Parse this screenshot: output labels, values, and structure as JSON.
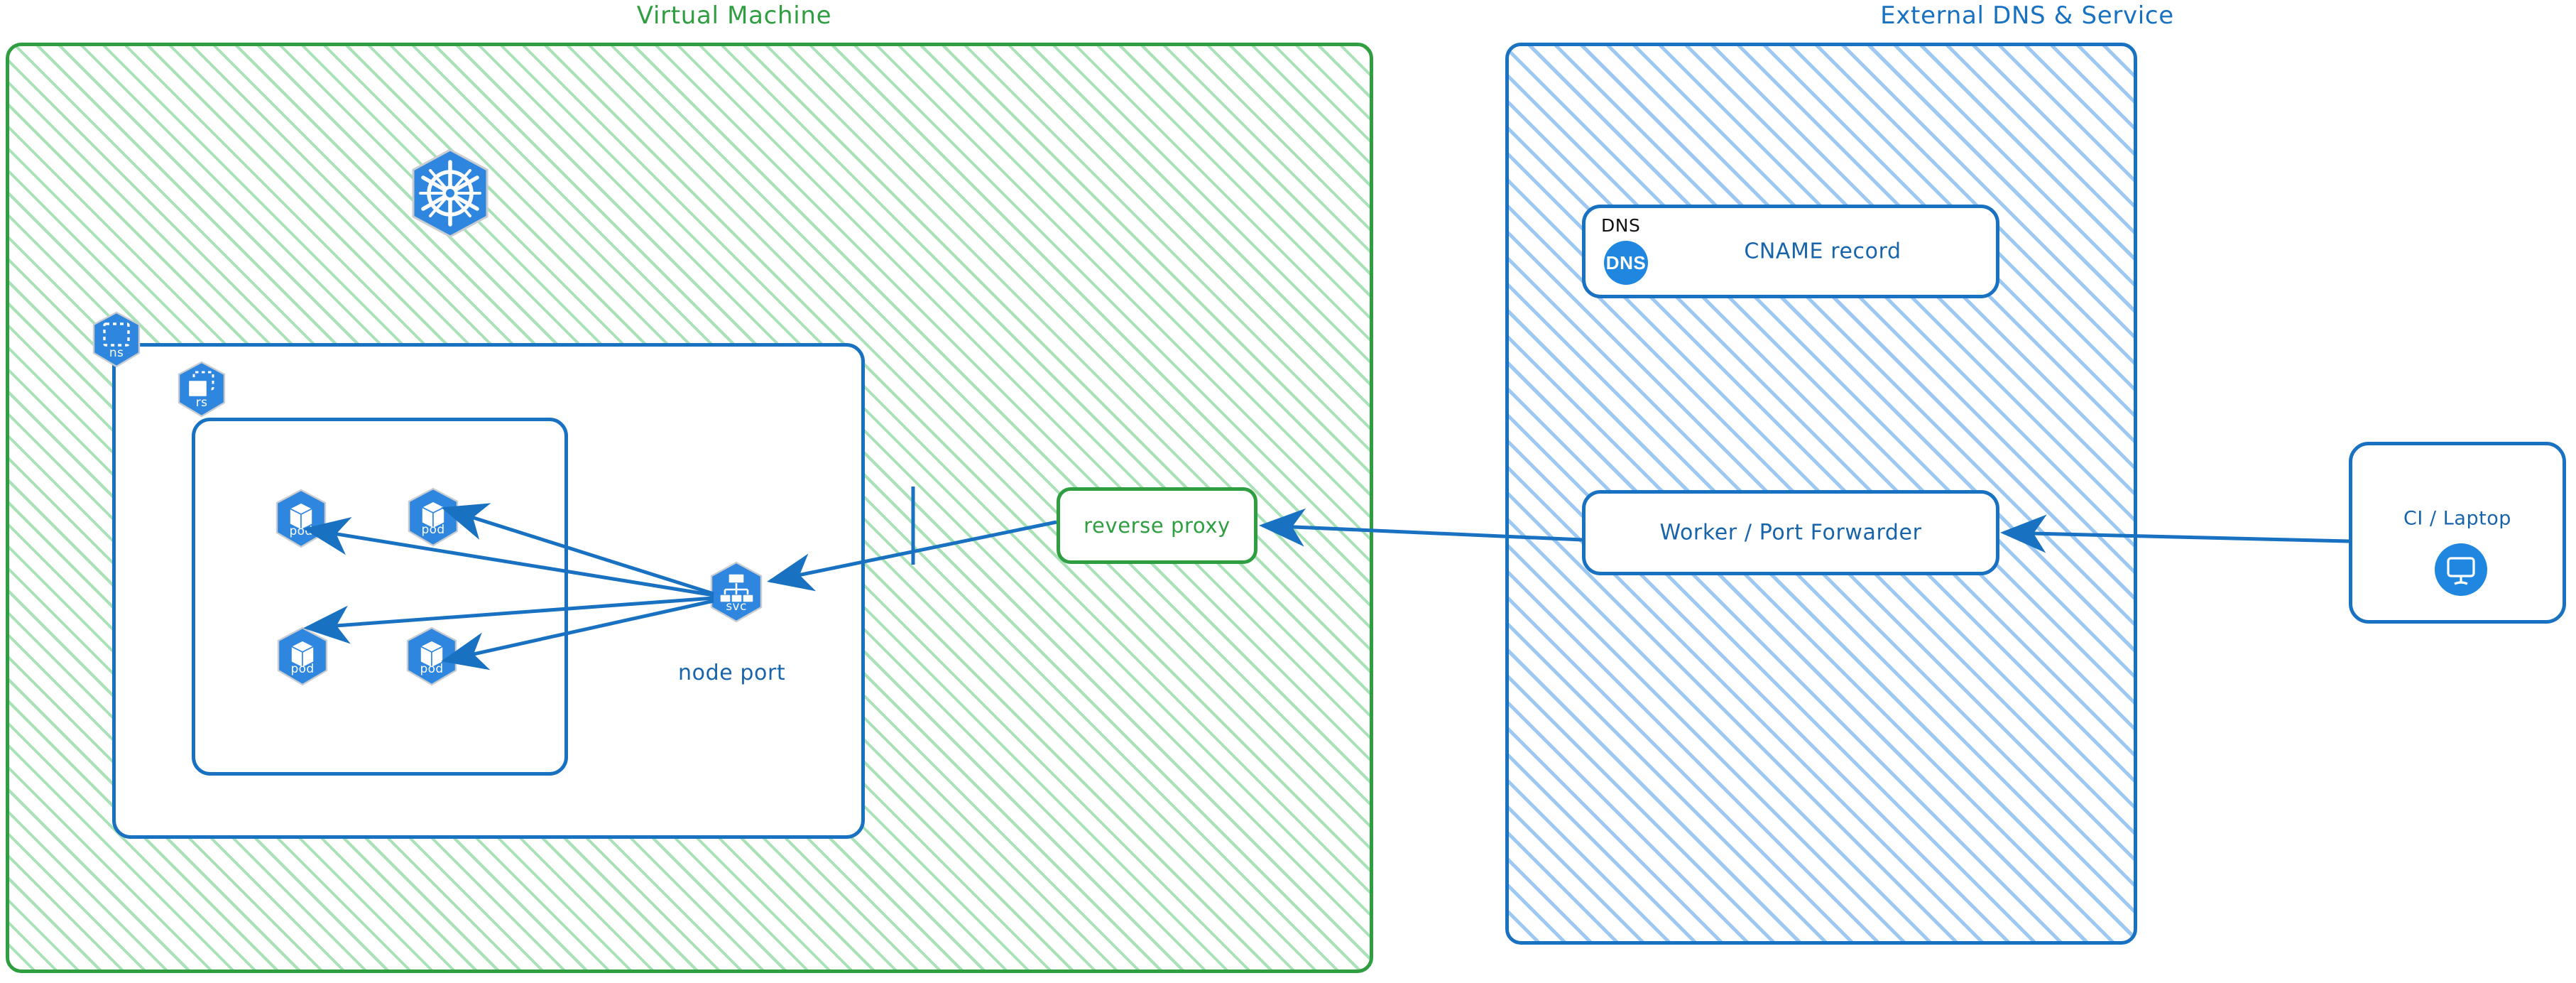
{
  "diagram": {
    "title_vm": "Virtual Machine",
    "title_external": "External DNS & Service",
    "accent_green": "#2f9e41",
    "accent_blue": "#1971c2",
    "icon_blue": "#2087e0"
  },
  "vm": {
    "title": "Virtual Machine",
    "k8s_logo_name": "kubernetes-logo",
    "namespace": {
      "caption": "ns"
    },
    "replicaset": {
      "caption": "rs"
    },
    "pods": [
      {
        "caption": "pod"
      },
      {
        "caption": "pod"
      },
      {
        "caption": "pod"
      },
      {
        "caption": "pod"
      }
    ],
    "service": {
      "caption": "svc",
      "label": "node port"
    },
    "reverse_proxy": {
      "label": "reverse proxy"
    }
  },
  "external": {
    "title": "External DNS & Service",
    "dns_card": {
      "tag": "DNS",
      "badge": "DNS",
      "label": "CNAME record"
    },
    "worker": {
      "label": "Worker / Port Forwarder"
    }
  },
  "client": {
    "label": "CI / Laptop",
    "icon": "monitor-icon"
  }
}
